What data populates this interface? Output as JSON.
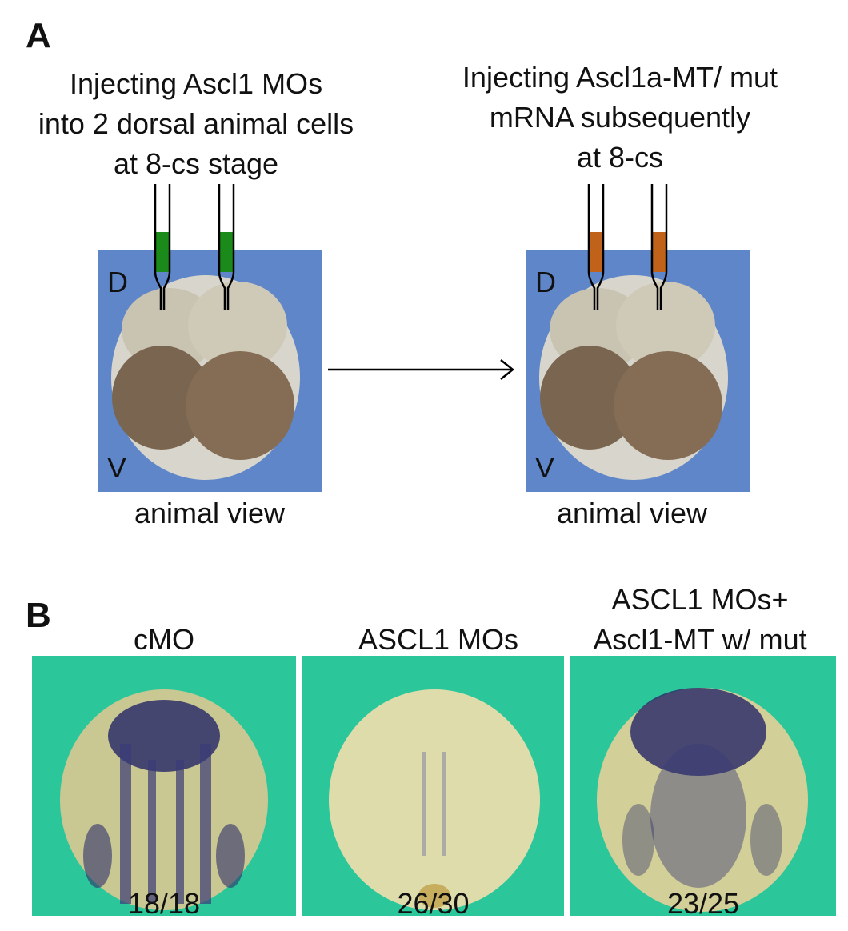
{
  "panel_a": {
    "label": "A",
    "left_caption": [
      "Injecting Ascl1 MOs",
      "into 2 dorsal animal cells",
      "at 8-cs stage"
    ],
    "right_caption": [
      "Injecting Ascl1a-MT/ mut",
      "mRNA subsequently",
      "at 8-cs"
    ],
    "dorsal_label": "D",
    "ventral_label": "V",
    "view_label": "animal view",
    "colors": {
      "mo_fill": "#1a8a1a",
      "mrna_fill": "#c0621a",
      "background": "#5e86c8"
    }
  },
  "panel_b": {
    "label": "B",
    "panels": [
      {
        "title": [
          "cMO"
        ],
        "count": "18/18"
      },
      {
        "title": [
          "ASCL1 MOs"
        ],
        "count": "26/30"
      },
      {
        "title": [
          "ASCL1 MOs+",
          "Ascl1-MT w/ mut"
        ],
        "count": "23/25"
      }
    ]
  }
}
